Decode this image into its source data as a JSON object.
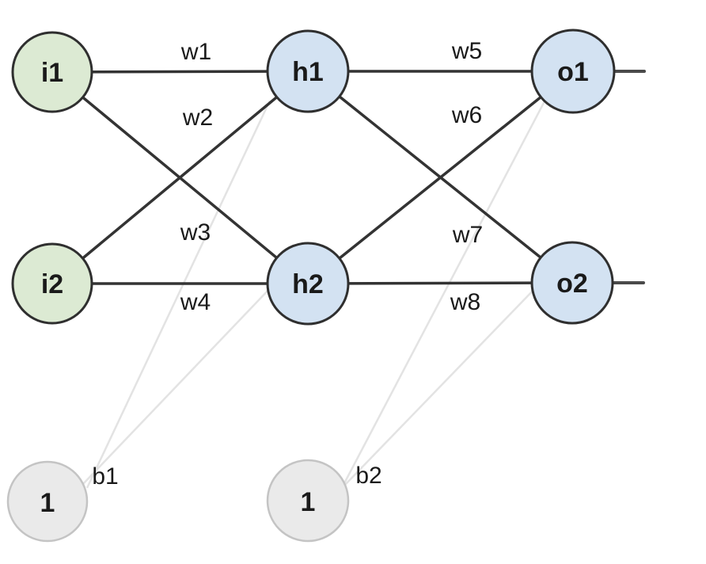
{
  "network": {
    "nodes": {
      "i1": {
        "label": "i1",
        "layer": "input"
      },
      "i2": {
        "label": "i2",
        "layer": "input"
      },
      "h1": {
        "label": "h1",
        "layer": "hidden"
      },
      "h2": {
        "label": "h2",
        "layer": "hidden"
      },
      "o1": {
        "label": "o1",
        "layer": "output"
      },
      "o2": {
        "label": "o2",
        "layer": "output"
      },
      "bias1": {
        "label": "1",
        "layer": "bias"
      },
      "bias2": {
        "label": "1",
        "layer": "bias"
      }
    },
    "weights": {
      "w1": {
        "label": "w1",
        "connection": "i1 → h1"
      },
      "w2": {
        "label": "w2",
        "connection": "i2 → h1"
      },
      "w3": {
        "label": "w3",
        "connection": "i1 → h2"
      },
      "w4": {
        "label": "w4",
        "connection": "i2 → h2"
      },
      "w5": {
        "label": "w5",
        "connection": "h1 → o1"
      },
      "w6": {
        "label": "w6",
        "connection": "h2 → o1"
      },
      "w7": {
        "label": "w7",
        "connection": "h1 → o2"
      },
      "w8": {
        "label": "w8",
        "connection": "h2 → o2"
      }
    },
    "biases": {
      "b1": {
        "label": "b1",
        "connection": "bias1 → h1, h2"
      },
      "b2": {
        "label": "b2",
        "connection": "bias2 → o1, o2"
      }
    },
    "colors": {
      "input_fill": "#dcead3",
      "hidden_fill": "#d3e2f2",
      "output_fill": "#d3e2f2",
      "bias_fill": "#eaeaea",
      "node_stroke": "#2f2f2f",
      "bias_stroke": "#c4c4c4",
      "edge": "#333333",
      "bias_edge": "#e3e3e3",
      "output_stub": "#4a4a4a",
      "label": "#1a1a1a"
    }
  }
}
